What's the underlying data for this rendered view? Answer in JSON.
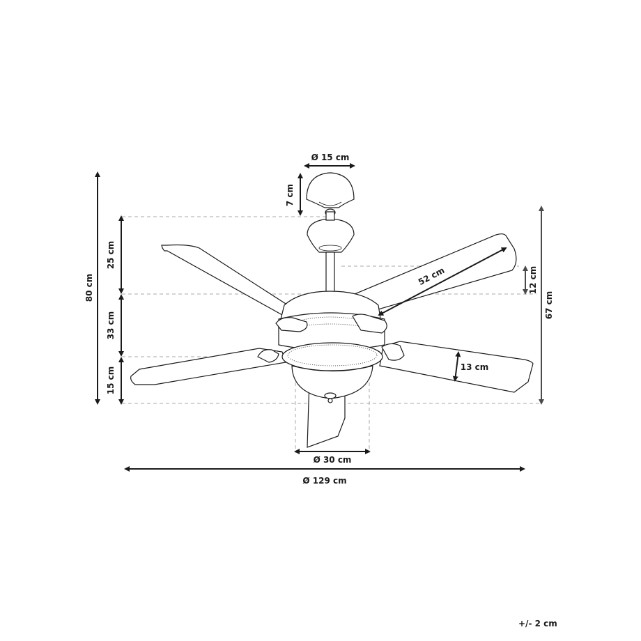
{
  "diagram": {
    "subject": "Ceiling fan with light bowl and 5 blades",
    "dimensions": {
      "canopy_diameter": "Ø 15 cm",
      "canopy_height": "7 cm",
      "total_height": "80 cm",
      "downrod_height": "25 cm",
      "motor_height": "33 cm",
      "light_bowl_height": "15 cm",
      "blade_length": "52 cm",
      "blade_tilt_height": "12 cm",
      "blade_width": "13 cm",
      "height_without_canopy": "67 cm",
      "bowl_diameter": "Ø 30 cm",
      "total_span": "Ø 129 cm"
    },
    "tolerance": "+/- 2 cm",
    "colors": {
      "line": "#1a1a1a",
      "secondary_line": "#4a4a4a",
      "guide_dash": "#a8a8a8",
      "background": "#ffffff"
    }
  }
}
